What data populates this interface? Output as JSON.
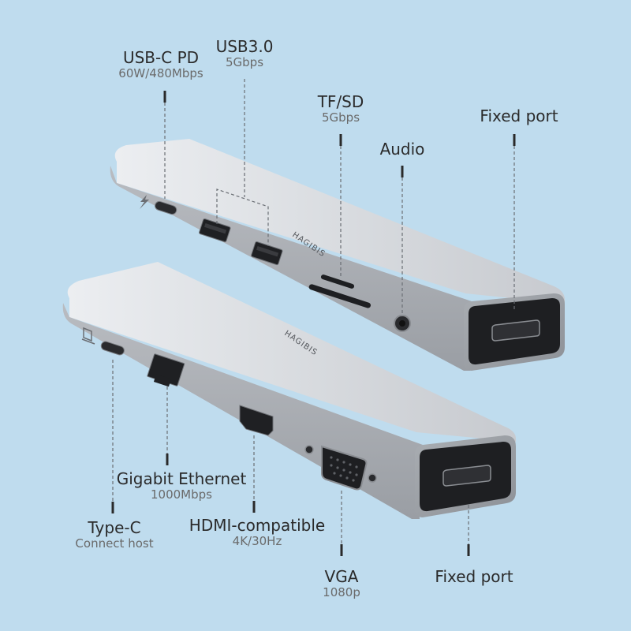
{
  "brand_mark": "HAGIBIS",
  "callouts": {
    "usbc_pd": {
      "title": "USB-C PD",
      "detail": "60W/480Mbps"
    },
    "usb3": {
      "title": "USB3.0",
      "detail": "5Gbps"
    },
    "tfsd": {
      "title": "TF/SD",
      "detail": "5Gbps"
    },
    "audio": {
      "title": "Audio"
    },
    "fixed_top": {
      "title": "Fixed port"
    },
    "ethernet": {
      "title": "Gigabit Ethernet",
      "detail": "1000Mbps"
    },
    "typec": {
      "title": "Type-C",
      "detail": "Connect host"
    },
    "hdmi": {
      "title": "HDMI-compatible",
      "detail": "4K/30Hz"
    },
    "vga": {
      "title": "VGA",
      "detail": "1080p"
    },
    "fixed_bottom": {
      "title": "Fixed port"
    }
  },
  "colors": {
    "background": "#bfdcee",
    "hub_body": "#c9ccd1",
    "port_dark": "#1e1f22"
  }
}
